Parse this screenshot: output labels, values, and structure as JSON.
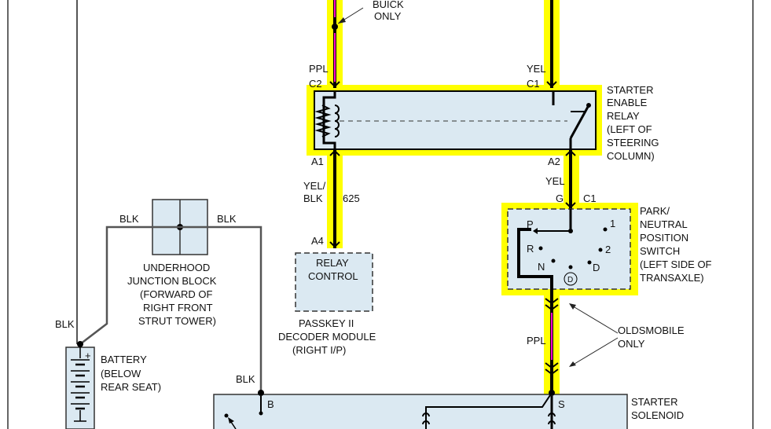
{
  "labels": {
    "buick_only_1": "BUICK",
    "buick_only_2": "ONLY",
    "ppl_top": "PPL",
    "c2": "C2",
    "yel_top": "YEL",
    "c1_top": "C1",
    "relay_1": "STARTER",
    "relay_2": "ENABLE",
    "relay_3": "RELAY",
    "relay_4": "(LEFT OF",
    "relay_5": "STEERING",
    "relay_6": "COLUMN)",
    "a1": "A1",
    "a2": "A2",
    "yel_blk_1": "YEL/",
    "yel_blk_2": "BLK",
    "wire_625": "625",
    "a4": "A4",
    "relay_control_1": "RELAY",
    "relay_control_2": "CONTROL",
    "passkey_1": "PASSKEY II",
    "passkey_2": "DECODER MODULE",
    "passkey_3": "(RIGHT I/P)",
    "yel_mid": "YEL",
    "g": "G",
    "c1_mid": "C1",
    "pnp_1": "PARK/",
    "pnp_2": "NEUTRAL",
    "pnp_3": "POSITION",
    "pnp_4": "SWITCH",
    "pnp_5": "(LEFT SIDE OF",
    "pnp_6": "TRANSAXLE)",
    "pos_p": "P",
    "pos_r": "R",
    "pos_n": "N",
    "pos_d": "D",
    "pos_1": "1",
    "pos_2": "2",
    "pos_d_circle": "D",
    "olds_1": "OLDSMOBILE",
    "olds_2": "ONLY",
    "ppl_bottom": "PPL",
    "blk_left": "BLK",
    "blk_right": "BLK",
    "underhood_1": "UNDERHOOD",
    "underhood_2": "JUNCTION BLOCK",
    "underhood_3": "(FORWARD OF",
    "underhood_4": "RIGHT FRONT",
    "underhood_5": "STRUT TOWER)",
    "blk_battery": "BLK",
    "battery_1": "BATTERY",
    "battery_2": "(BELOW",
    "battery_3": "REAR SEAT)",
    "plus": "+",
    "blk_solenoid": "BLK",
    "b": "B",
    "s": "S",
    "solenoid_1": "STARTER",
    "solenoid_2": "SOLENOID"
  },
  "colors": {
    "highlight": "#ffff00",
    "wire": "#000000",
    "ppl": "#ff00cc",
    "component_fill": "#dbe9f2",
    "blk_wire": "#444444",
    "border": "#333333"
  }
}
